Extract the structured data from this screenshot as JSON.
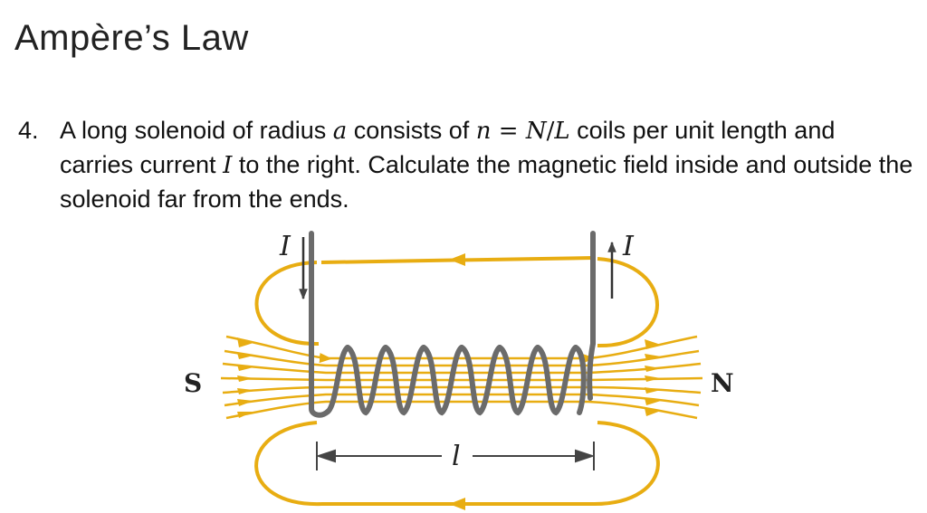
{
  "slide": {
    "title": "Ampère’s Law"
  },
  "problem": {
    "number": "4.",
    "t1": "A long solenoid of radius ",
    "var_a": "a",
    "t2": " consists of ",
    "var_n": "n",
    "eq": " = ",
    "var_N": "N",
    "slash": "/",
    "var_L": "L",
    "t3": " coils per unit length and carries current ",
    "var_I": "I",
    "t4": " to the right. Calculate the magnetic field inside and outside the solenoid far from the ends."
  },
  "diagram": {
    "current_label_left": "I",
    "current_label_right": "I",
    "pole_south": "S",
    "pole_north": "N",
    "length_label": "l",
    "colors": {
      "field_lines": "#E8AD12",
      "wire": "#6b6b6b",
      "label": "#222222"
    }
  }
}
